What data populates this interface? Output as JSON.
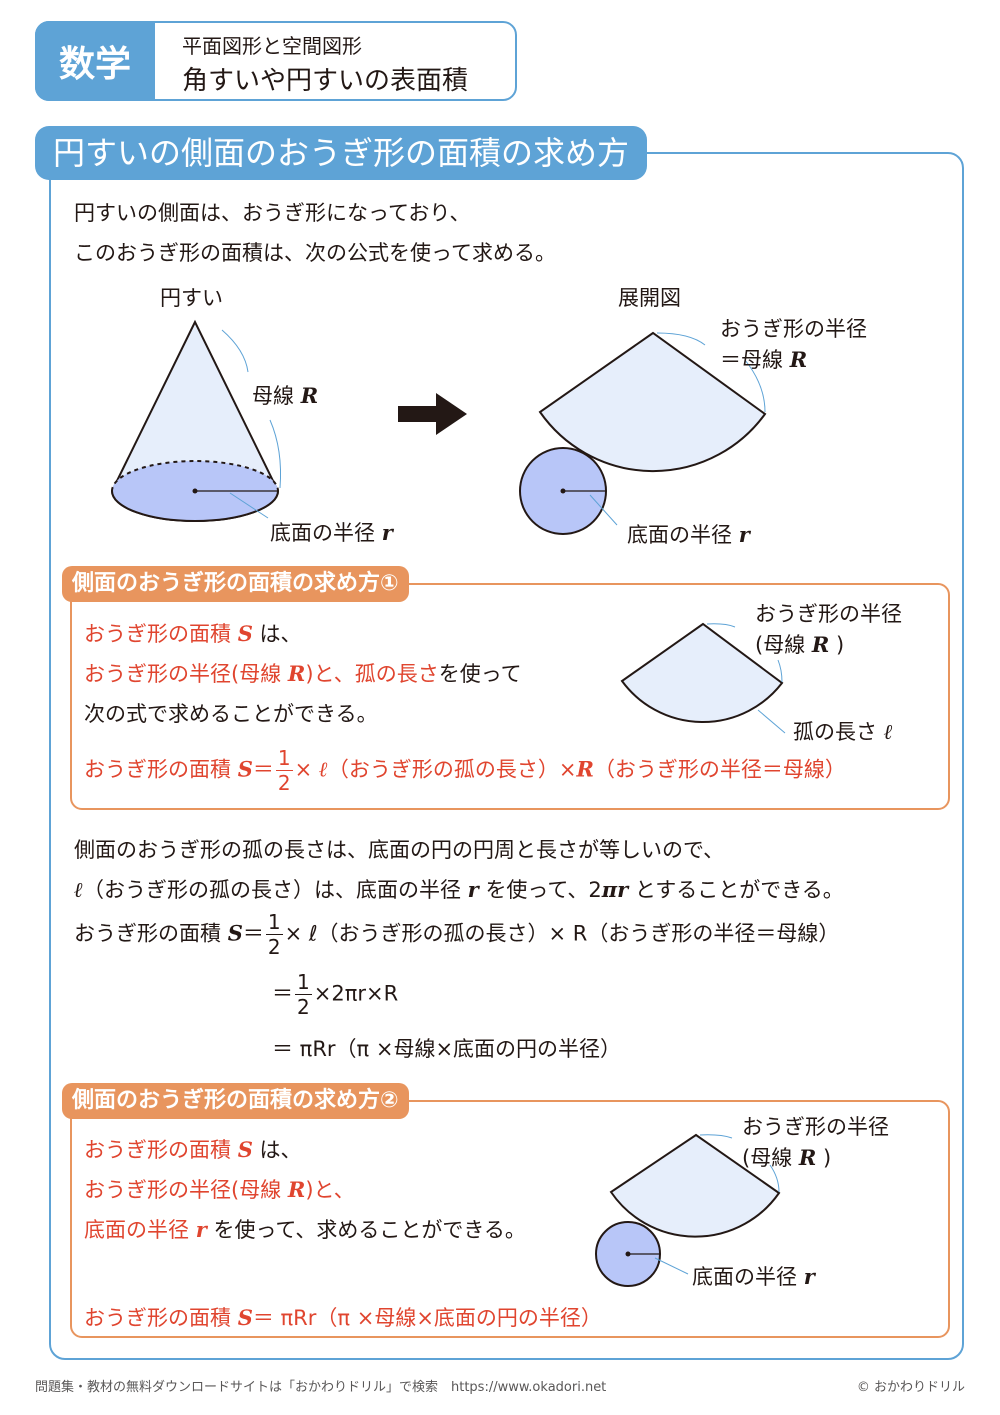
{
  "header": {
    "subject": "数学",
    "subtitle": "平面図形と空間図形",
    "title": "角すいや円すいの表面積"
  },
  "section": {
    "title": "円すいの側面のおうぎ形の面積の求め方",
    "intro": [
      "円すいの側面は、おうぎ形になっており、",
      "このおうぎ形の面積は、次の公式を使って求める。"
    ],
    "diagram": {
      "cone_label": "円すい",
      "slant_label": "母線",
      "slant_var": "R",
      "base_radius_label": "底面の半径",
      "base_radius_var": "r",
      "net_label": "展開図",
      "sector_radius_label": "おうぎ形の半径",
      "sector_eq_label": "＝母線",
      "sector_eq_var": "R",
      "net_base_radius_label": "底面の半径",
      "net_base_radius_var": "r",
      "arrow_icon": "right-arrow"
    }
  },
  "method1": {
    "title": "側面のおうぎ形の面積の求め方①",
    "line1": {
      "red": "おうぎ形の面積",
      "var": "S",
      "black": "は、"
    },
    "line2": {
      "red1": "おうぎ形の半径(母線",
      "var": "R",
      "red2": ")と、孤の長さ",
      "black": "を使って"
    },
    "line3": "次の式で求めることができる。",
    "fig": {
      "radius_label": "おうぎ形の半径",
      "radius_paren_open": "(母線",
      "radius_var": "R",
      "radius_paren_close": ")",
      "arc_label": "孤の長さ",
      "arc_var": "ℓ"
    },
    "formula": {
      "pre": "おうぎ形の面積",
      "var": "S",
      "eq": "＝",
      "num": "1",
      "den": "2",
      "times1": "×",
      "l": "ℓ",
      "l_desc": "（おうぎ形の孤の長さ）",
      "times2": "×",
      "R": "R",
      "R_desc": "（おうぎ形の半径＝母線）"
    }
  },
  "explain": {
    "line1": "側面のおうぎ形の孤の長さは、底面の円の円周と長さが等しいので、",
    "line2_a": "（おうぎ形の孤の長さ）は、底面の半径",
    "line2_var": "r",
    "line2_b": "を使って、2",
    "line2_pir": "πr",
    "line2_c": "とすることができる。",
    "l": "ℓ",
    "d1_pre": "おうぎ形の面積",
    "d1_var": "S",
    "d1_eq": "＝",
    "num": "1",
    "den": "2",
    "d1_rest": "× ℓ（おうぎ形の孤の長さ）× R（おうぎ形の半径＝母線）",
    "d2_eq": "＝",
    "d2_rest": "×2πr×R",
    "d3": "＝ πRr（π ×母線×底面の円の半径）"
  },
  "method2": {
    "title": "側面のおうぎ形の面積の求め方②",
    "line1": {
      "red": "おうぎ形の面積",
      "var": "S",
      "black": "は、"
    },
    "line2": {
      "red1": "おうぎ形の半径(母線",
      "var": "R",
      "red2": ")と、"
    },
    "line3": {
      "red": "底面の半径",
      "var": "r",
      "black": "を使って、求めることができる。"
    },
    "fig": {
      "radius_label": "おうぎ形の半径",
      "radius_paren_open": "(母線",
      "radius_var": "R",
      "radius_paren_close": ")",
      "base_label": "底面の半径",
      "base_var": "r"
    },
    "formula": {
      "pre": "おうぎ形の面積",
      "var": "S",
      "rest": "＝ πRr（π ×母線×底面の円の半径）"
    }
  },
  "footer": {
    "left": "問題集・教材の無料ダウンロードサイトは「おかわりドリル」で検索　https://www.okadori.net",
    "right": "© おかわりドリル"
  },
  "colors": {
    "blue": "#5ea3d6",
    "orange": "#e8955e",
    "red": "#e0452f",
    "sector_fill": "#e6eefb",
    "circle_fill": "#b8c6f8"
  }
}
